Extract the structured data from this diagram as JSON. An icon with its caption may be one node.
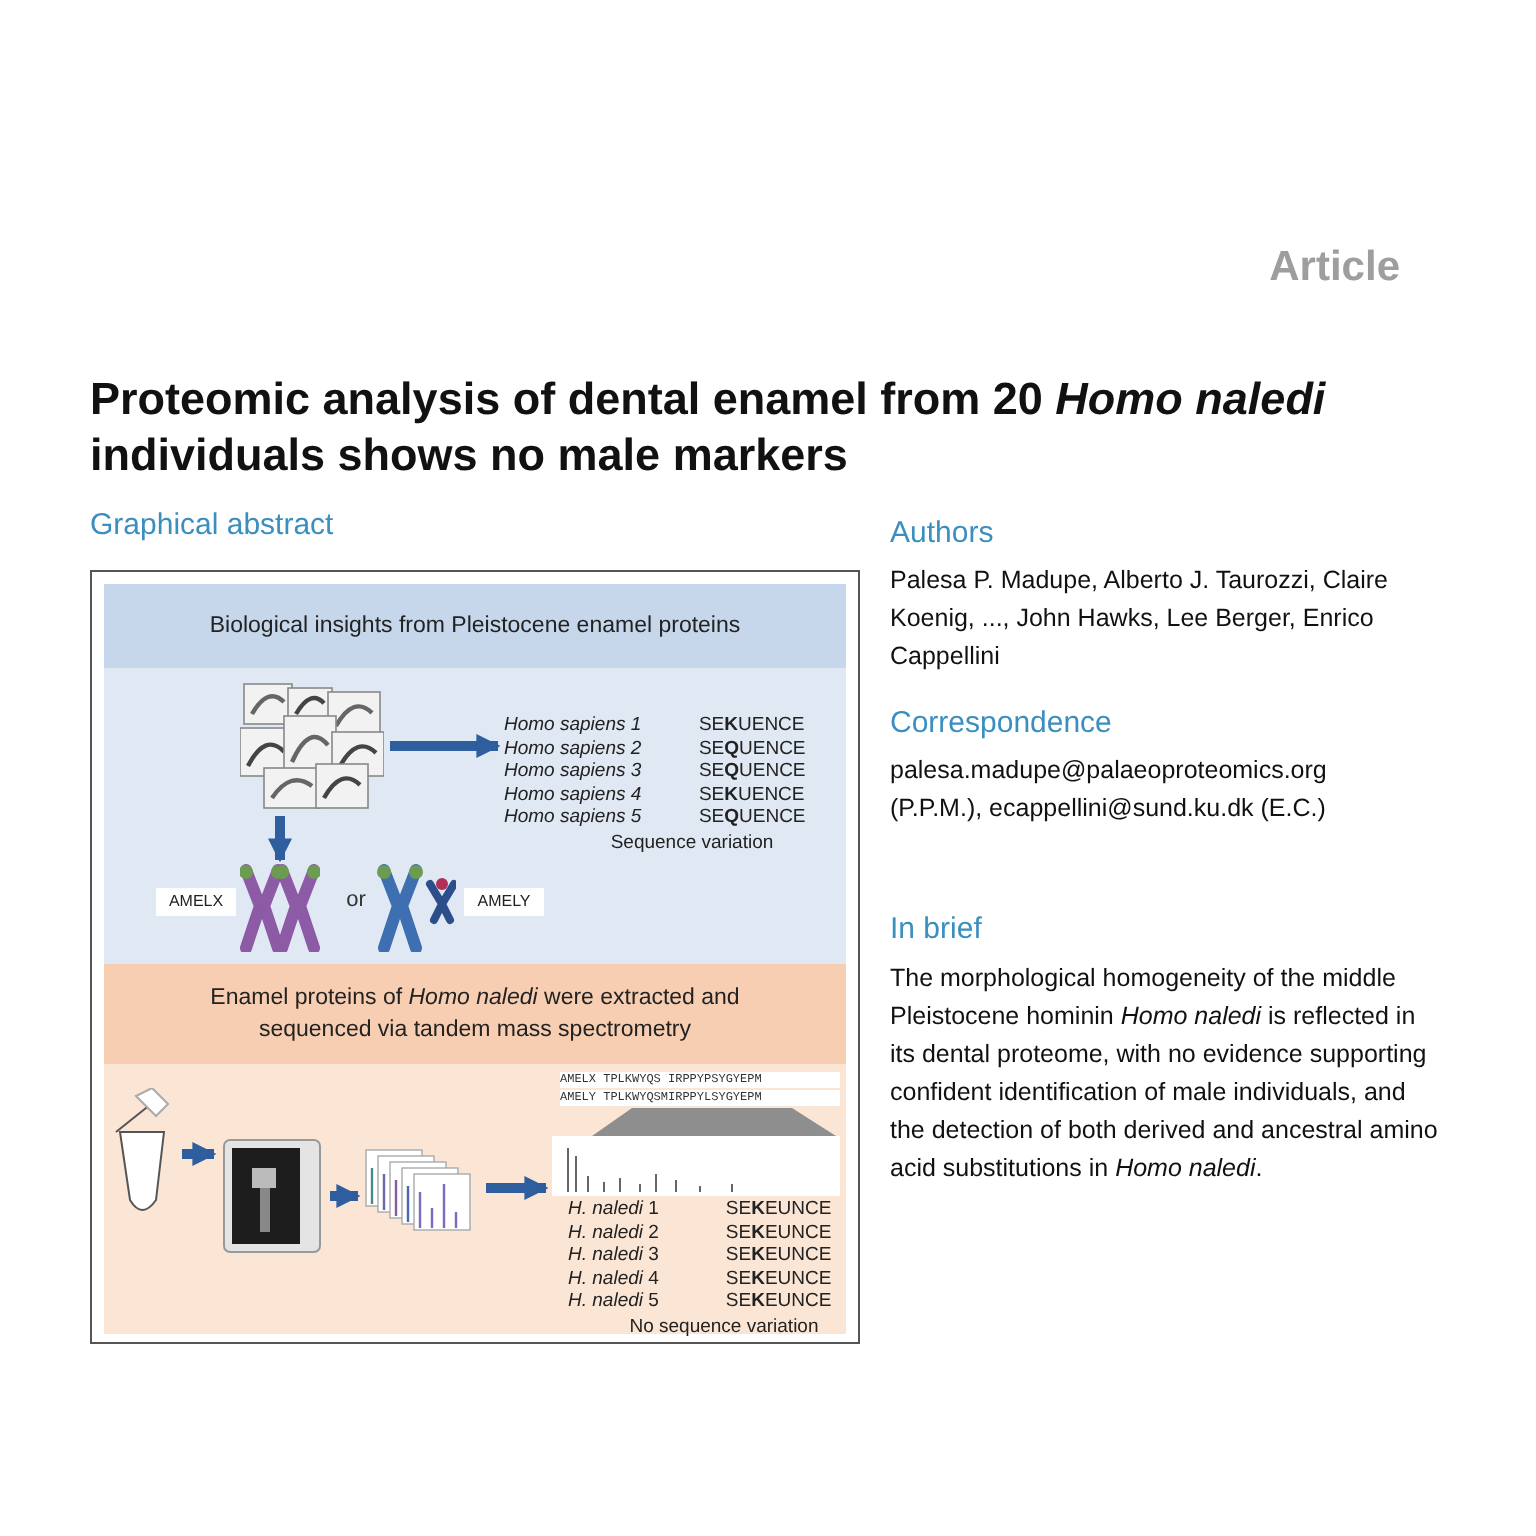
{
  "diagram": {
    "title": "Proteomic analysis of dental enamel from 20 *Homo naledi* individuals shows no male markers",
    "nodes": [
      {
        "text": [
          "Graphical abstract"
        ]
      },
      {
        "text": [
          "Biological insights from Pleistocene enamel proteins"
        ],
        "in": 0
      },
      {
        "text": [],
        "shape": "picture",
        "in": 1
      },
      {
        "text": [
          "Homo sapiens 1",
          "SE**K**UENCE",
          "Homo sapiens 2",
          "SE**Q**UENCE",
          "Homo sapiens 3",
          "SE**Q**UENCE",
          "Homo sapiens 4",
          "SE**K**UENCE",
          "Homo sapiens 5",
          "SE**Q**UENCE",
          "Sequence variation"
        ],
        "in": 1
      },
      {
        "text": [
          "AMELX"
        ],
        "in": 1
      },
      {
        "text": [],
        "shape": "picture",
        "in": 1
      },
      {
        "text": [],
        "shape": "picture",
        "in": 1
      },
      {
        "text": [
          "AMELY"
        ],
        "in": 1
      },
      {
        "text": [
          "Enamel proteins of *Homo naledi* were extracted and sequenced via tandem mass spectrometry"
        ],
        "in": 0
      },
      {
        "text": [],
        "shape": "picture",
        "in": 8
      },
      {
        "text": [],
        "shape": "picture",
        "in": 8
      },
      {
        "text": [],
        "shape": "picture",
        "in": 8
      },
      {
        "text": [
          "AMELX TPLKWYQS IRPPYPSYGYEPM",
          "AMELY TPLKWYQSMIRPPYLSYGYEPM"
        ],
        "in": 8
      },
      {
        "text": [
          "*H. naledi* 1",
          "SE**K**EUNCE",
          "*H. naledi* 2",
          "SE**K**EUNCE",
          "*H. naledi* 3",
          "SE**K**EUNCE",
          "*H. naledi* 4",
          "SE**K**EUNCE",
          "*H. naledi* 5",
          "SE**K**EUNCE",
          "No sequence variation"
        ],
        "in": 8
      }
    ],
    "edges": [
      {
        "from": 2,
        "to": 3,
        "arrow": "to"
      },
      {
        "from": 2,
        "to": 5,
        "arrow": "to"
      },
      {
        "from": 9,
        "to": 10,
        "arrow": "to"
      },
      {
        "from": 10,
        "to": 11,
        "arrow": "to"
      },
      {
        "from": 11,
        "to": 12,
        "arrow": "to"
      }
    ],
    "labels": [
      "Article",
      "Authors",
      "Palesa P. Madupe, Alberto J. Taurozzi, Claire Koenig, ..., John Hawks, Lee Berger, Enrico Cappellini",
      "Correspondence",
      "palesa.madupe@palaeoproteomics.org (P.P.M.), ecappellini@sund.ku.dk (E.C.)",
      "In brief",
      "The morphological homogeneity of the middle Pleistocene hominin *Homo naledi* is reflected in its dental proteome, with no evidence supporting confident identification of male individuals, and the detection of both derived and ancestral amino acid substitutions in *Homo naledi*.",
      "or"
    ]
  }
}
